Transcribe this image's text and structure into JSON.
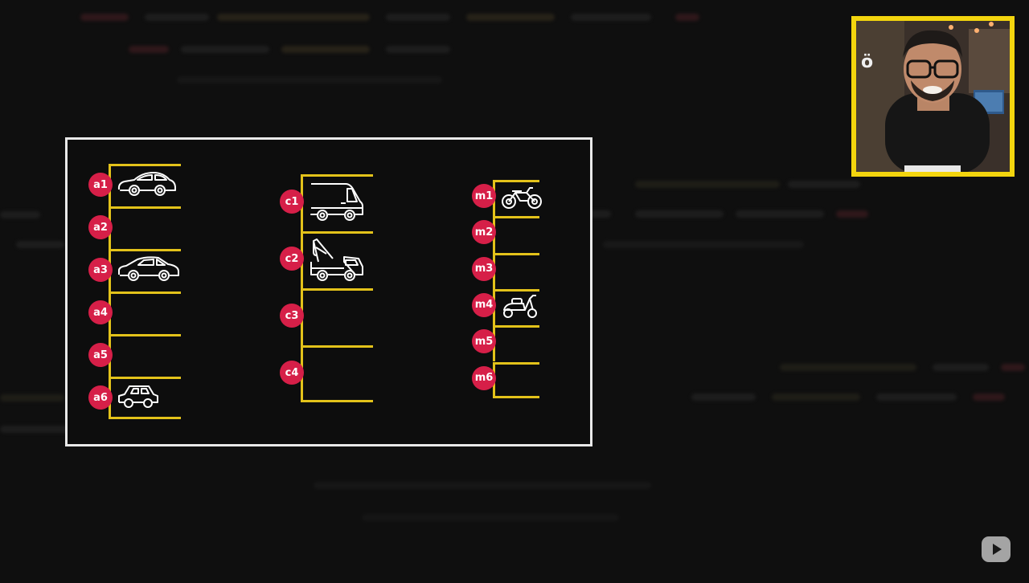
{
  "diagram": {
    "bays": {
      "cars": [
        "a1",
        "a2",
        "a3",
        "a4",
        "a5",
        "a6"
      ],
      "commercial": [
        "c1",
        "c2",
        "c3",
        "c4"
      ],
      "motorcycles": [
        "m1",
        "m2",
        "m3",
        "m4",
        "m5",
        "m6"
      ]
    },
    "occupied": {
      "a1": "sedan-icon",
      "a3": "hatchback-icon",
      "a6": "compact-car-icon",
      "c1": "van-icon",
      "c2": "tow-truck-icon",
      "m1": "motorcycle-icon",
      "m4": "scooter-icon"
    }
  },
  "colors": {
    "frame": "#e9e9e9",
    "bay_line": "#e3c21a",
    "label_badge": "#d61f48",
    "webcam_border": "#f3d50e"
  },
  "overlay": {
    "webcam": "presenter-webcam",
    "logo_icon": "youtube-play-icon"
  }
}
